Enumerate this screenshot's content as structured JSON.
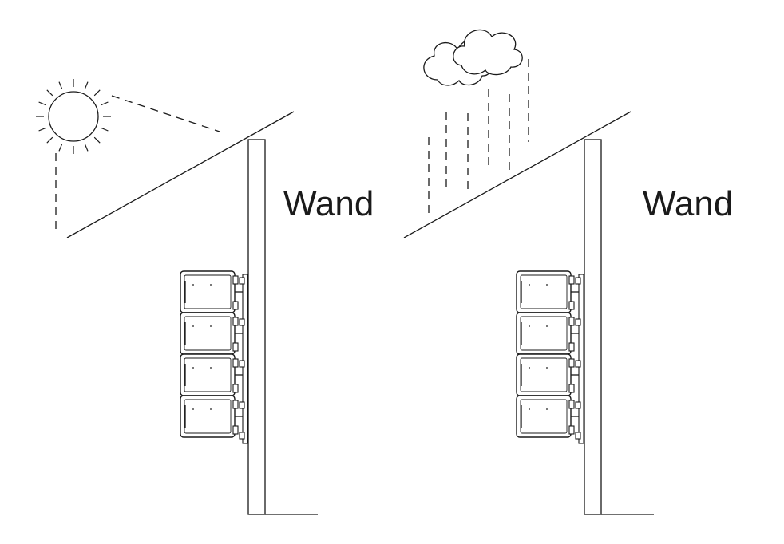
{
  "panels": [
    {
      "id": "sun",
      "wall_label": "Wand",
      "weather_icon": "sun-icon",
      "modules": 4
    },
    {
      "id": "rain",
      "wall_label": "Wand",
      "weather_icon": "rain-cloud-icon",
      "modules": 4
    }
  ]
}
